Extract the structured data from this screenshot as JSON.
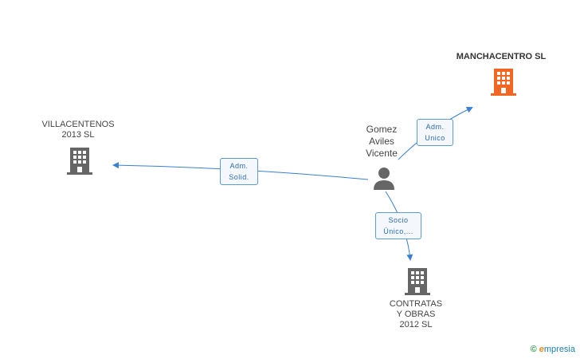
{
  "nodes": {
    "manchacentro": {
      "name": "MANCHACENTRO SL",
      "color": "#f26522"
    },
    "villacentenos": {
      "line1": "VILLACENTENOS",
      "line2": "2013 SL",
      "color": "#666666"
    },
    "contratas": {
      "line1": "CONTRATAS",
      "line2": "Y OBRAS",
      "line3": "2012 SL",
      "color": "#666666"
    },
    "person": {
      "line1": "Gomez",
      "line2": "Aviles",
      "line3": "Vicente",
      "color": "#666666"
    }
  },
  "edges": {
    "to_villacentenos": {
      "line1": "Adm.",
      "line2": "Solid."
    },
    "to_manchacentro": {
      "line1": "Adm.",
      "line2": "Unico"
    },
    "to_contratas": {
      "line1": "Socio",
      "line2": "Único,..."
    }
  },
  "edge_color": "#3a7fd0",
  "brand": {
    "copyright": "©",
    "e": "e",
    "rest": "mpresia"
  }
}
